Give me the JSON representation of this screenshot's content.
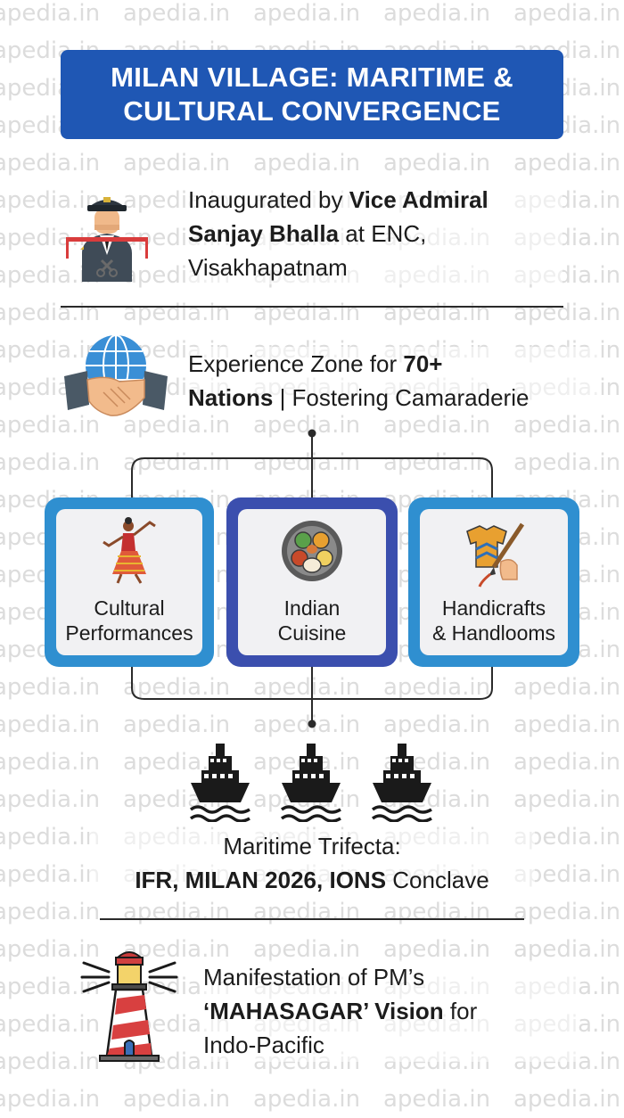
{
  "watermark": "apedia.in",
  "title": {
    "line1": "MILAN VILLAGE: MARITIME &",
    "line2": "CULTURAL CONVERGENCE"
  },
  "inauguration": {
    "prefix": "Inaugurated by ",
    "bold1": "Vice Admiral",
    "bold2": "Sanjay Bhalla",
    "suffix": " at ENC,",
    "line3": "Visakhapatnam"
  },
  "experience": {
    "prefix": "Experience Zone for ",
    "bold1": "70+",
    "bold2": "Nations",
    "suffix": " | Fostering Camaraderie"
  },
  "cards": [
    {
      "line1": "Cultural",
      "line2": "Performances",
      "icon": "dancer-icon",
      "color": "#2f8fd0"
    },
    {
      "line1": "Indian",
      "line2": "Cuisine",
      "icon": "food-plate-icon",
      "color": "#3b4fae"
    },
    {
      "line1": "Handicrafts",
      "line2": "& Handlooms",
      "icon": "handicraft-icon",
      "color": "#2f8fd0"
    }
  ],
  "maritime": {
    "line1": "Maritime Trifecta:",
    "bold": "IFR, MILAN 2026, IONS",
    "suffix": " Conclave"
  },
  "vision": {
    "line1": "Manifestation of PM’s",
    "bold": "‘MAHASAGAR’ Vision",
    "suffix": " for",
    "line3": "Indo-Pacific"
  },
  "colors": {
    "title_bg": "#1f57b4",
    "card_blue": "#2f8fd0",
    "card_navy": "#3b4fae"
  }
}
